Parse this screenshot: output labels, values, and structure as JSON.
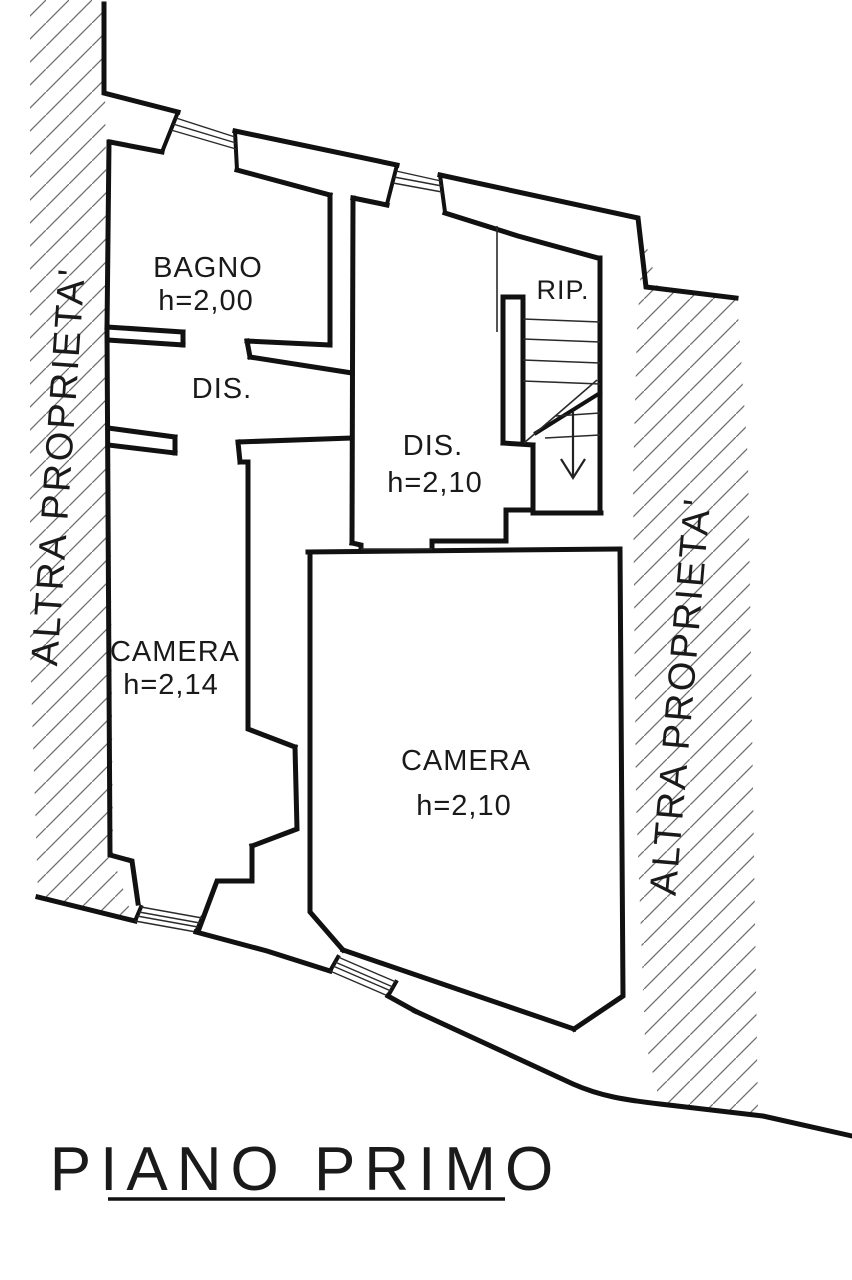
{
  "plan": {
    "title": "PIANO PRIMO",
    "rooms": {
      "bagno": {
        "name": "BAGNO",
        "height": "h=2,00"
      },
      "dis_upper": {
        "name": "DIS."
      },
      "rip": {
        "name": "RIP."
      },
      "dis_lower": {
        "name": "DIS.",
        "height": "h=2,10"
      },
      "camera_left": {
        "name": "CAMERA",
        "height": "h=2,14"
      },
      "camera_main": {
        "name": "CAMERA",
        "height": "h=2,10"
      }
    },
    "adjacent_property": {
      "left": "ALTRA PROPRIETA'",
      "right": "ALTRA PROPRIETA'"
    },
    "stair": {
      "direction_icon": "down-arrow"
    },
    "colors": {
      "wall": "#111111",
      "hatch": "#6e6e6e",
      "background": "#ffffff",
      "text": "#1a1a1a"
    }
  }
}
